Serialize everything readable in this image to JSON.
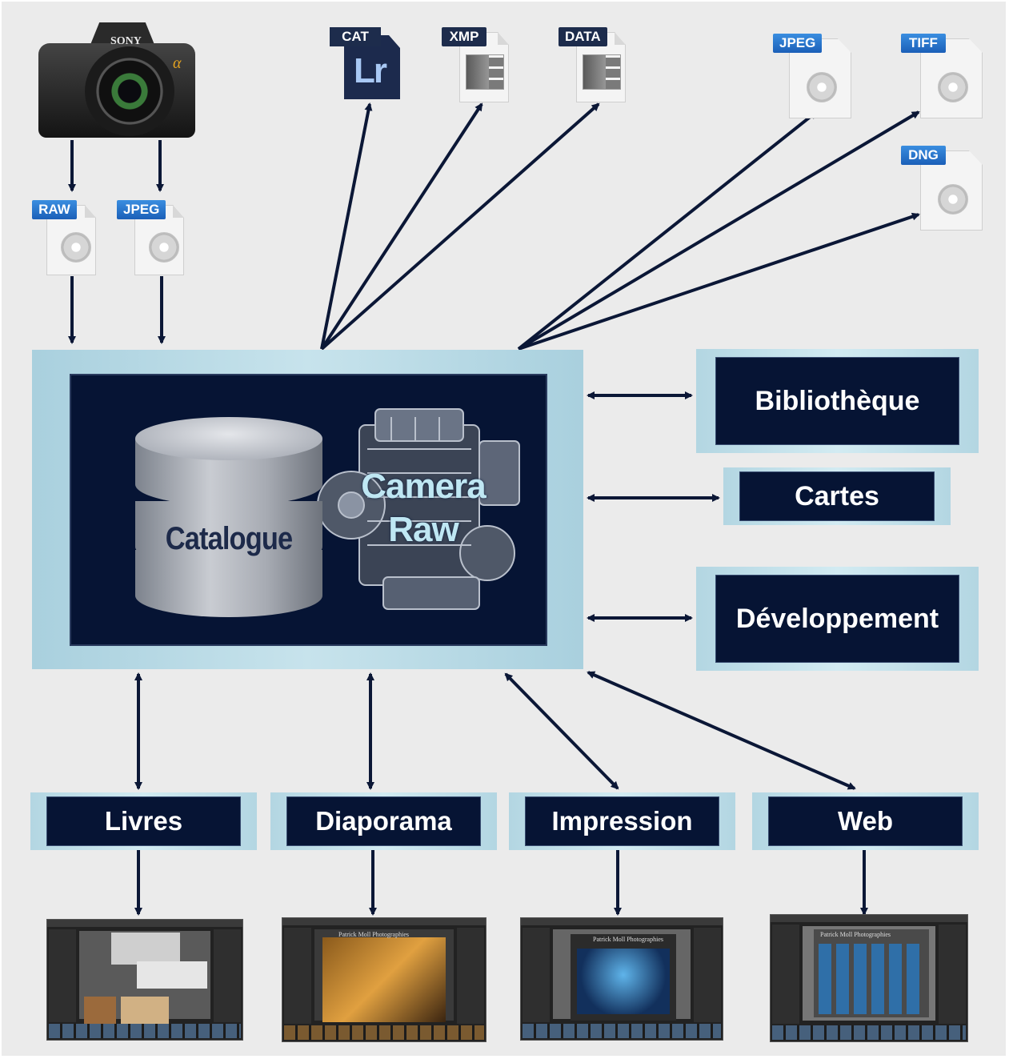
{
  "camera": {
    "brand": "SONY",
    "model_mark": "α"
  },
  "files": {
    "raw": "RAW",
    "jpeg_in": "JPEG",
    "cat": "CAT",
    "lr": "Lr",
    "xmp": "XMP",
    "data": "DATA",
    "jpeg_out": "JPEG",
    "tiff": "TIFF",
    "dng": "DNG"
  },
  "core": {
    "catalogue": "Catalogue",
    "camera_raw": [
      "Camera",
      "Raw"
    ]
  },
  "modules": {
    "bibliotheque": "Bibliothèque",
    "cartes": "Cartes",
    "developpement": "Développement",
    "livres": "Livres",
    "diaporama": "Diaporama",
    "impression": "Impression",
    "web": "Web"
  },
  "screens": {
    "diaporama_title": "Patrick Moll Photographies",
    "impression_title": "Patrick Moll Photographies",
    "web_title": "Patrick Moll Photographies"
  },
  "colors": {
    "background": "#ebebeb",
    "navy": "#061434",
    "light_blue": "#c7e3ec",
    "file_tag_blue": "#2a7ad0"
  }
}
